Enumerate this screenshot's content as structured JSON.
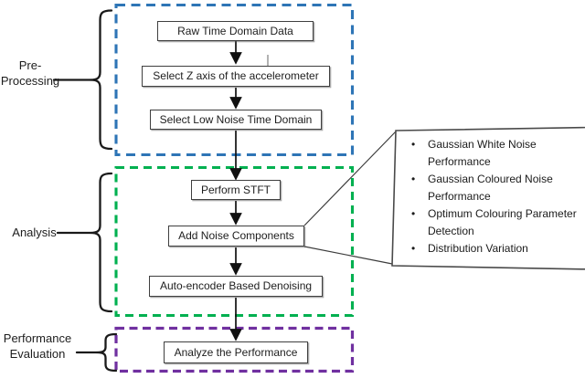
{
  "diagram": {
    "sections": [
      {
        "id": "pre-processing",
        "label": "Pre-\nProcessing",
        "color": "#2E75B6"
      },
      {
        "id": "analysis",
        "label": "Analysis",
        "color": "#00B050"
      },
      {
        "id": "performance-evaluation",
        "label": "Performance\nEvaluation",
        "color": "#7030A0"
      }
    ],
    "flow_boxes": [
      {
        "label": "Raw Time Domain Data"
      },
      {
        "label": "Select Z axis of the accelerometer"
      },
      {
        "label": "Select Low Noise Time Domain"
      },
      {
        "label": "Perform STFT"
      },
      {
        "label": "Add Noise Components"
      },
      {
        "label": "Auto-encoder Based Denoising"
      },
      {
        "label": "Analyze the Performance"
      }
    ],
    "callout": {
      "bullet": "•",
      "items": [
        "Gaussian White Noise Performance",
        "Gaussian Coloured Noise Performance",
        "Optimum Colouring Parameter Detection",
        "Distribution Variation"
      ]
    },
    "colors": {
      "ink": "#1d1d1d",
      "box_border": "#3f3f3f",
      "connector": "#3c3c3c"
    }
  }
}
